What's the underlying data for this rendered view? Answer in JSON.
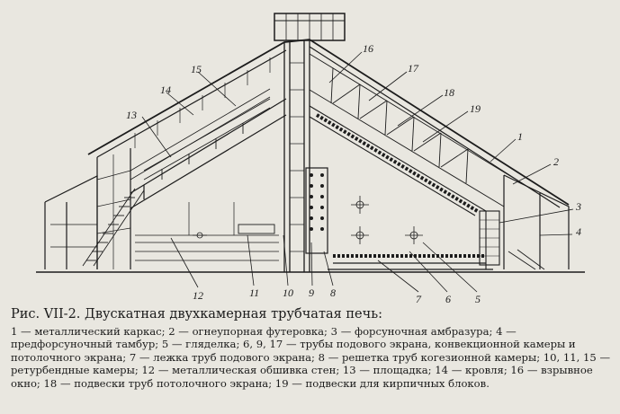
{
  "figure": {
    "title": "Рис. VII-2. Двускатная двухкамерная трубчатая печь:",
    "callouts": [
      "1",
      "2",
      "3",
      "4",
      "5",
      "6",
      "7",
      "8",
      "9",
      "10",
      "11",
      "12",
      "13",
      "14",
      "15",
      "16",
      "17",
      "18",
      "19"
    ],
    "legend": "1 — металлический каркас; 2 — огнеупорная футеровка; 3 — форсуночная амбразура; 4 — предфорсуночный тамбур; 5 — гляделка; 6, 9, 17 — трубы подового экрана, конвекционной камеры и потолочного экрана; 7 — лежка труб подового экрана; 8 — решетка труб когезионной камеры; 10, 11, 15 — ретурбендные камеры; 12 — металлическая обшивка стен; 13 — площадка; 14 — кровля; 16 — взрывное окно; 18 — подвески труб потолочного экрана; 19 — подвески для кирпичных блоков."
  }
}
